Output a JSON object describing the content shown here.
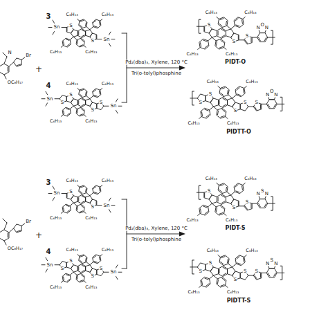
{
  "diagram": {
    "labels": [
      "N",
      "Br",
      "OC₈H₁₇",
      "+",
      "3",
      "S",
      "S",
      "C₆H₁₃",
      "C₆H₁₃",
      "C₆H₁₃",
      "C₆H₁₃",
      "Sn",
      "Sn",
      "4",
      "S",
      "S",
      "S",
      "S",
      "C₆H₁₃",
      "C₆H₁₃",
      "C₆H₁₃",
      "C₆H₁₃",
      "Sn",
      "Sn",
      "Pd₂(dba)₃, Xylene, 120 °C",
      "Tri(o-tolyl)phosphine",
      "S",
      "S",
      "C₆H₁₃",
      "C₆H₁₃",
      "C₆H₁₃",
      "C₆H₁₃",
      "S",
      "N",
      "O",
      "N",
      "PIDT-O",
      "S",
      "S",
      "S",
      "S",
      "C₆H₁₃",
      "C₆H₁₃",
      "C₆H₁₃",
      "C₆H₁₃",
      "S",
      "N",
      "O",
      "N",
      "PIDTT-O",
      "Br",
      "OC₈H₁₇",
      "+",
      "3",
      "S",
      "S",
      "C₆H₁₃",
      "C₆H₁₃",
      "C₆H₁₃",
      "C₆H₁₃",
      "Sn",
      "Sn",
      "4",
      "S",
      "S",
      "S",
      "S",
      "C₆H₁₃",
      "C₆H₁₃",
      "C₆H₁₃",
      "C₆H₁₃",
      "Sn",
      "Sn",
      "Pd₂(dba)₃, Xylene, 120 °C",
      "Tri(o-tolyl)phosphine",
      "S",
      "S",
      "C₆H₁₃",
      "C₆H₁₃",
      "C₆H₁₃",
      "C₆H₁₃",
      "S",
      "N",
      "S",
      "N",
      "PIDT-S",
      "S",
      "S",
      "S",
      "S",
      "C₆H₁₃",
      "C₆H₁₃",
      "C₆H₁₃",
      "C₆H₁₃",
      "S",
      "N",
      "S",
      "N",
      "PIDTT-S"
    ]
  }
}
